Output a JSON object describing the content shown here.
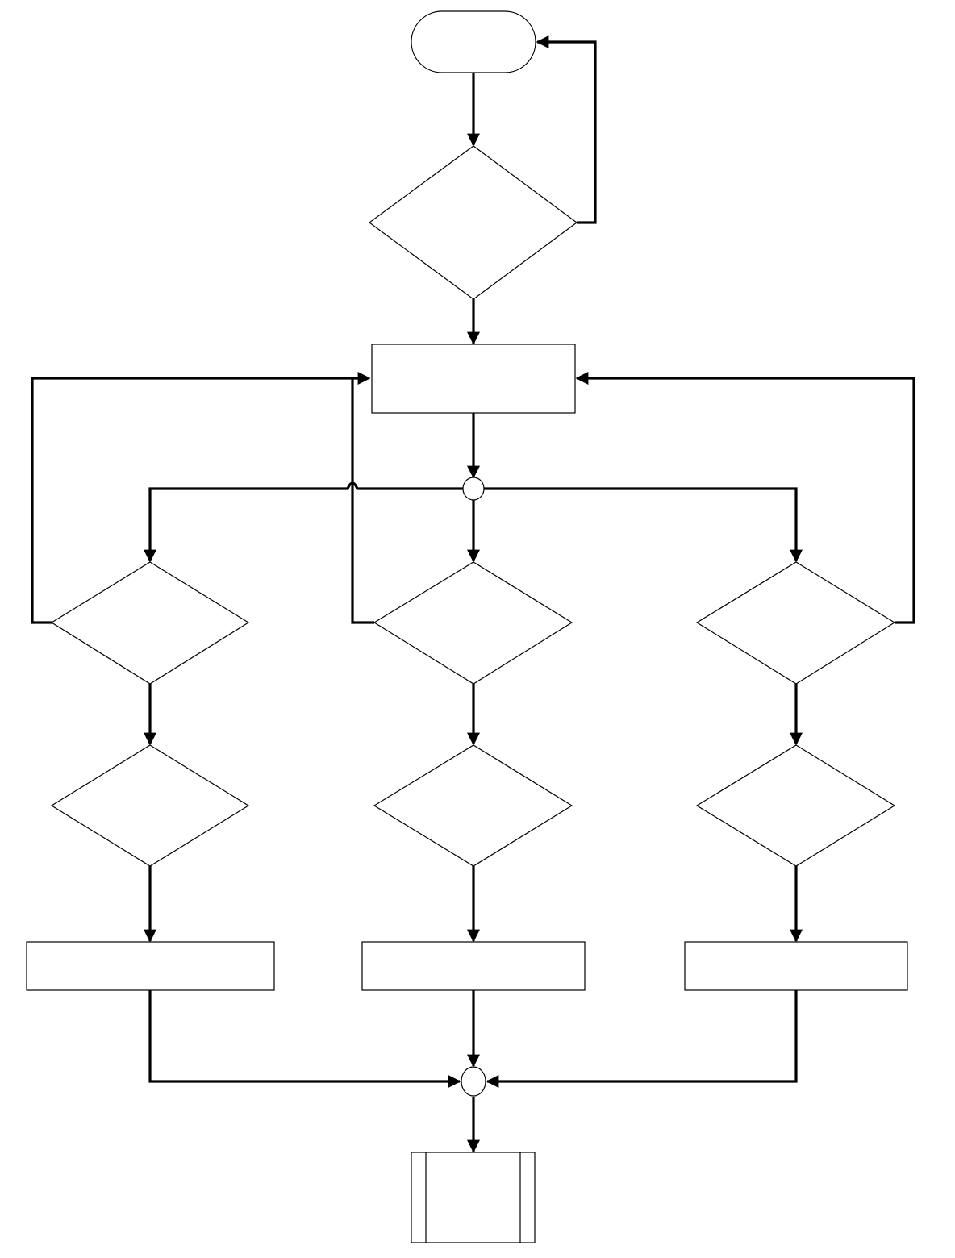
{
  "diagram": {
    "type": "flowchart",
    "nodes": [
      {
        "id": "start",
        "shape": "terminator",
        "label": ""
      },
      {
        "id": "decision-top",
        "shape": "decision",
        "label": ""
      },
      {
        "id": "process-main",
        "shape": "process",
        "label": ""
      },
      {
        "id": "junction-split",
        "shape": "connector",
        "label": ""
      },
      {
        "id": "decision-left-1",
        "shape": "decision",
        "label": ""
      },
      {
        "id": "decision-middle-1",
        "shape": "decision",
        "label": ""
      },
      {
        "id": "decision-right-1",
        "shape": "decision",
        "label": ""
      },
      {
        "id": "decision-left-2",
        "shape": "decision",
        "label": ""
      },
      {
        "id": "decision-middle-2",
        "shape": "decision",
        "label": ""
      },
      {
        "id": "decision-right-2",
        "shape": "decision",
        "label": ""
      },
      {
        "id": "process-left",
        "shape": "process",
        "label": ""
      },
      {
        "id": "process-middle",
        "shape": "process",
        "label": ""
      },
      {
        "id": "process-right",
        "shape": "process",
        "label": ""
      },
      {
        "id": "junction-merge",
        "shape": "connector",
        "label": ""
      },
      {
        "id": "predefined-process-end",
        "shape": "predefined-process",
        "label": ""
      }
    ],
    "edges": [
      {
        "from": "start",
        "to": "decision-top"
      },
      {
        "from": "decision-top",
        "to": "start"
      },
      {
        "from": "decision-top",
        "to": "process-main"
      },
      {
        "from": "process-main",
        "to": "junction-split"
      },
      {
        "from": "junction-split",
        "to": "decision-left-1"
      },
      {
        "from": "junction-split",
        "to": "decision-middle-1"
      },
      {
        "from": "junction-split",
        "to": "decision-right-1"
      },
      {
        "from": "decision-left-1",
        "to": "process-main"
      },
      {
        "from": "decision-middle-1",
        "to": "process-main"
      },
      {
        "from": "decision-right-1",
        "to": "process-main"
      },
      {
        "from": "decision-left-1",
        "to": "decision-left-2"
      },
      {
        "from": "decision-middle-1",
        "to": "decision-middle-2"
      },
      {
        "from": "decision-right-1",
        "to": "decision-right-2"
      },
      {
        "from": "decision-left-2",
        "to": "process-left"
      },
      {
        "from": "decision-middle-2",
        "to": "process-middle"
      },
      {
        "from": "decision-right-2",
        "to": "process-right"
      },
      {
        "from": "process-left",
        "to": "junction-merge"
      },
      {
        "from": "process-middle",
        "to": "junction-merge"
      },
      {
        "from": "process-right",
        "to": "junction-merge"
      },
      {
        "from": "junction-merge",
        "to": "predefined-process-end"
      }
    ]
  }
}
